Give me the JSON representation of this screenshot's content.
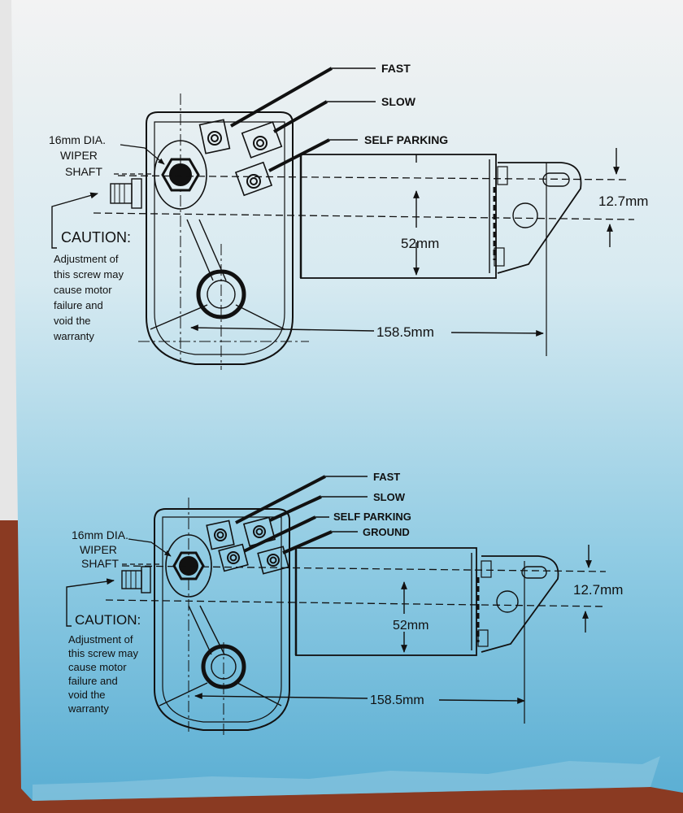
{
  "colors": {
    "box_top": "#f2f2f2",
    "box_bottom": "#5fb3d6",
    "wall_left": "#e9e9e9",
    "table": "#8a3a22",
    "ink": "#111111"
  },
  "diagrams": [
    {
      "terminals": [
        "FAST",
        "SLOW",
        "SELF PARKING"
      ],
      "shaft_label": [
        "16mm DIA.",
        "WIPER",
        "SHAFT"
      ],
      "caution_title": "CAUTION:",
      "caution_lines": [
        "Adjustment of",
        "this screw may",
        "cause motor",
        "failure and",
        "void the",
        "warranty"
      ],
      "offset_dim": "12.7mm",
      "diameter_dim": "52mm",
      "length_dim": "158.5mm"
    },
    {
      "terminals": [
        "FAST",
        "SLOW",
        "SELF PARKING",
        "GROUND"
      ],
      "shaft_label": [
        "16mm DIA.",
        "WIPER",
        "SHAFT"
      ],
      "caution_title": "CAUTION:",
      "caution_lines": [
        "Adjustment of",
        "this screw may",
        "cause motor",
        "failure and",
        "void the",
        "warranty"
      ],
      "offset_dim": "12.7mm",
      "diameter_dim": "52mm",
      "length_dim": "158.5mm"
    }
  ]
}
